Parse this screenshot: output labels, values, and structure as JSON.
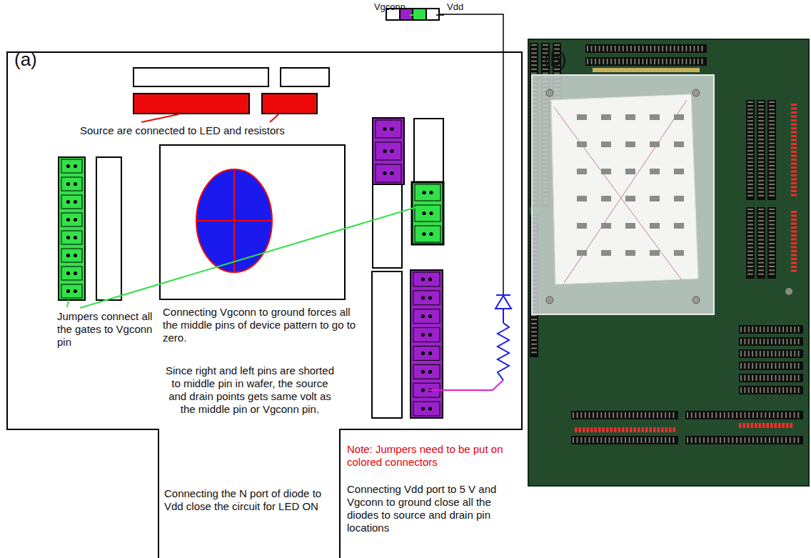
{
  "diagram": {
    "labels": [
      "(a)",
      "(b)",
      "Vgconn",
      "Vdd",
      "Source are connected to LED and resistors",
      "Jumpers connect all the gates to Vgconn pin",
      "Connecting Vgconn to ground forces all the middle pins of device pattern to go to zero.",
      "Since right and left pins are shorted to middle pin in wafer, the source and drain points gets same volt as the middle pin or Vgconn pin.",
      "Note: Jumpers need to be put on colored connectors",
      "Connecting Vdd port to 5 V and Vgconn to ground close all the diodes to source and drain pin locations",
      "Connecting the N port of diode to Vdd close the circuit for LED ON"
    ]
  }
}
